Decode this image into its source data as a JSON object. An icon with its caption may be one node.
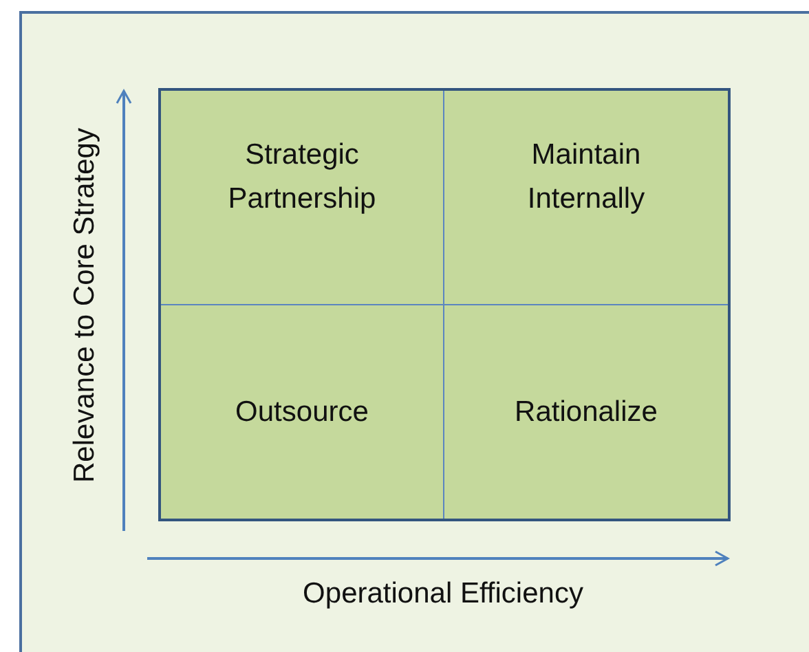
{
  "diagram": {
    "nodes": [
      {
        "text": [
          "Strategic Partnership"
        ]
      },
      {
        "text": [
          "Maintain Internally"
        ]
      },
      {
        "text": [
          "Outsource"
        ]
      },
      {
        "text": [
          "Rationalize"
        ]
      }
    ],
    "labels": [
      "Relevance to Core Strategy",
      "Operational Efficiency"
    ]
  }
}
